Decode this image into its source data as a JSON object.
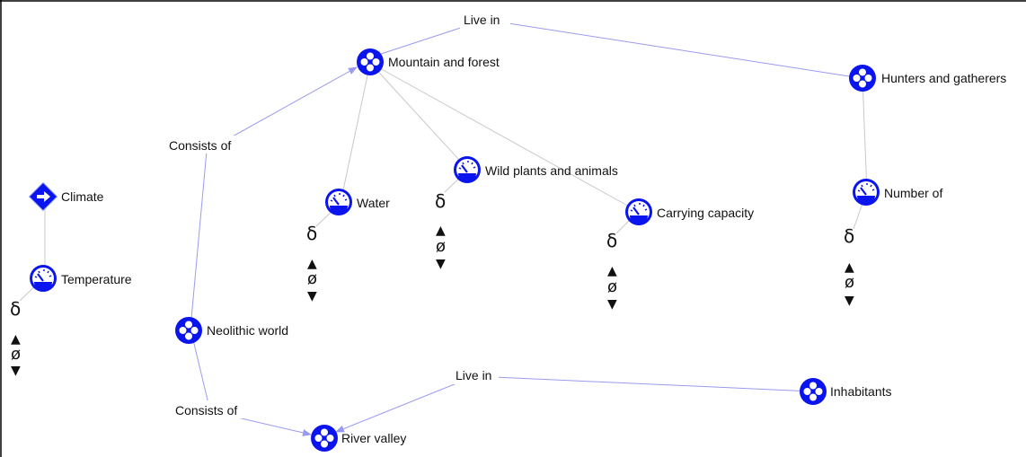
{
  "colors": {
    "node_blue": "#0a14ee",
    "link_blue": "#9a9af0",
    "link_grey": "#c8c8c8"
  },
  "icons": {
    "entity": "entity-icon",
    "quantity": "gauge-icon",
    "external": "diamond-arrow-icon"
  },
  "nodes": {
    "mountain": "Mountain and forest",
    "hunters": "Hunters and gatherers",
    "climate": "Climate",
    "temperature": "Temperature",
    "water": "Water",
    "wild": "Wild plants and animals",
    "carrying": "Carrying capacity",
    "number": "Number of",
    "neolithic": "Neolithic world",
    "inhabitants": "Inhabitants",
    "river": "River valley"
  },
  "relations": {
    "live_in_top": "Live in",
    "consists_upper": "Consists of",
    "live_in_bottom": "Live in",
    "consists_lower": "Consists of"
  },
  "symbols": {
    "derivative": "δ",
    "up": "▲",
    "zero": "ø",
    "down": "▼"
  }
}
